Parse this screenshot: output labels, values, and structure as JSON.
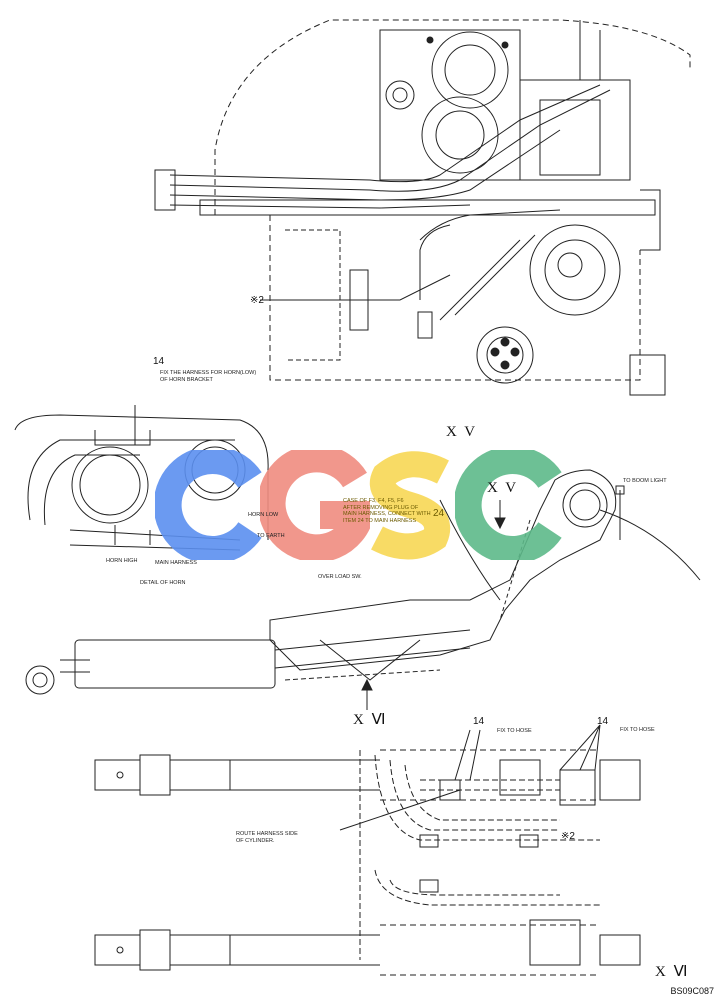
{
  "watermark": {
    "text": "CGSC",
    "colors": [
      "#5b8ff0",
      "#f08c80",
      "#f7d54a",
      "#5db98a"
    ]
  },
  "callouts": {
    "item_14": "14",
    "item_24": "24",
    "star_2": "※2"
  },
  "sections": {
    "xv": "X V",
    "xvi": "X Ⅵ"
  },
  "notes": {
    "fix_harness": "FIX THE HARNESS FOR HORN(LOW)\nOF HORN BRACKET",
    "horn_low": "HORN LOW",
    "horn_high": "HORN HIGH",
    "main_harness": "MAIN HARNESS",
    "to_earth": "TO EARTH",
    "detail_of_horn": "DETAIL OF HORN",
    "case_note": "CASE OF F3, F4, F5, F6\nAFTER REMOVING PLUG OF\nMAIN HARNESS, CONNECT WITH\nITEM 24 TO MAIN HARNESS",
    "to_boom_light": "TO BOOM LIGHT",
    "over_load_sw": "OVER LOAD SW.",
    "fix_to_hose": "FIX TO HOSE",
    "route_harness": "ROUTE HARNESS SIDE\nOF CYLINDER."
  },
  "drawing_code": "BS09C087"
}
